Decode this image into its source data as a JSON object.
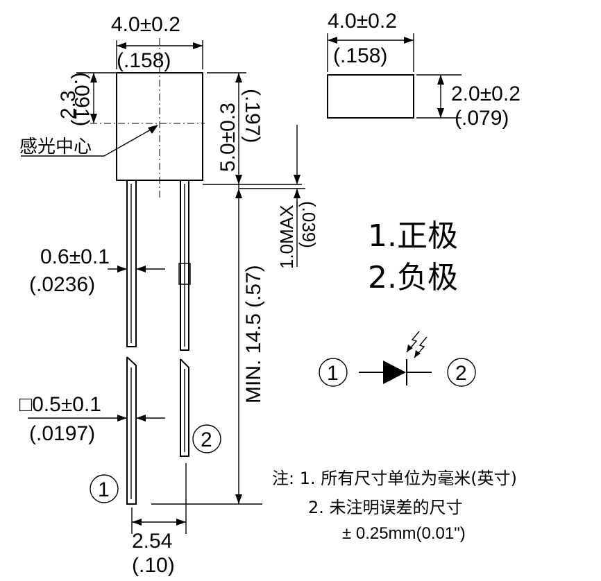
{
  "front_view": {
    "width_dim": "4.0±0.2",
    "width_dim_inch": "(.158)",
    "center_height_dim": "2.3",
    "center_height_dim_inch": "(.091)",
    "sensing_center_label": "感光中心",
    "body_height_dim": "5.0±0.3",
    "body_height_dim_inch": "(.197)",
    "resin_max_dim": "1.0MAX",
    "resin_max_dim_inch": "(.039)",
    "lead_length_dim": "MIN. 14.5",
    "lead_length_dim_inch": "(.57)",
    "lead_wide_dim": "0.6±0.1",
    "lead_wide_dim_inch": "(.0236)",
    "lead_square_dim": "□0.5±0.1",
    "lead_square_dim_inch": "(.0197)",
    "lead_pitch_dim": "2.54",
    "lead_pitch_dim_inch": "(.10)",
    "pin1_marker": "1",
    "pin2_marker": "2"
  },
  "top_view": {
    "width_dim": "4.0±0.2",
    "width_dim_inch": "(.158)",
    "depth_dim": "2.0±0.2",
    "depth_dim_inch": "(.079)"
  },
  "pin_legend": {
    "pin1": "1.正极",
    "pin2": "2.负极"
  },
  "schematic": {
    "left_terminal": "1",
    "right_terminal": "2",
    "symbol_icon": "photodiode-icon"
  },
  "notes": {
    "line1": "注: 1. 所有尺寸单位为毫米(英寸)",
    "line2": "2. 未注明误差的尺寸",
    "line3": "±  0.25mm(0.01\")"
  }
}
